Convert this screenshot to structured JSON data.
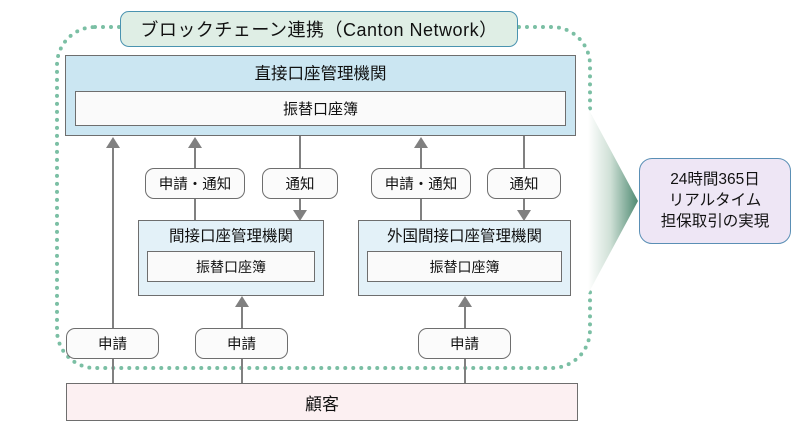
{
  "diagram": {
    "title_pill": {
      "label": "ブロックチェーン連携（Canton Network）"
    },
    "boundary": {
      "name": "Canton Network boundary",
      "style": "dotted",
      "color": "#7bbfa4"
    },
    "top_institution": {
      "name": "直接口座管理機関",
      "ledger": "振替口座簿",
      "fill": "#cbe6f2"
    },
    "mid_institutions": [
      {
        "name": "間接口座管理機関",
        "ledger": "振替口座簿",
        "fill": "#e3f1f8"
      },
      {
        "name": "外国間接口座管理機関",
        "ledger": "振替口座簿",
        "fill": "#e3f1f8"
      }
    ],
    "flow_labels": [
      {
        "label": "申請・通知",
        "direction": "up"
      },
      {
        "label": "通知",
        "direction": "down"
      },
      {
        "label": "申請・通知",
        "direction": "up"
      },
      {
        "label": "通知",
        "direction": "down"
      }
    ],
    "application_pills": [
      {
        "label": "申請"
      },
      {
        "label": "申請"
      },
      {
        "label": "申請"
      }
    ],
    "customer_bar": {
      "label": "顧客",
      "fill": "#fcf0f2"
    },
    "callout": {
      "lines": [
        "24時間365日",
        "リアルタイム",
        "担保取引の実現"
      ],
      "fill": "#eee6f5",
      "border": "#5a8fb5"
    },
    "arrow": {
      "name": "green-gradient-arrow",
      "color_tip": "#4f8a72"
    }
  }
}
